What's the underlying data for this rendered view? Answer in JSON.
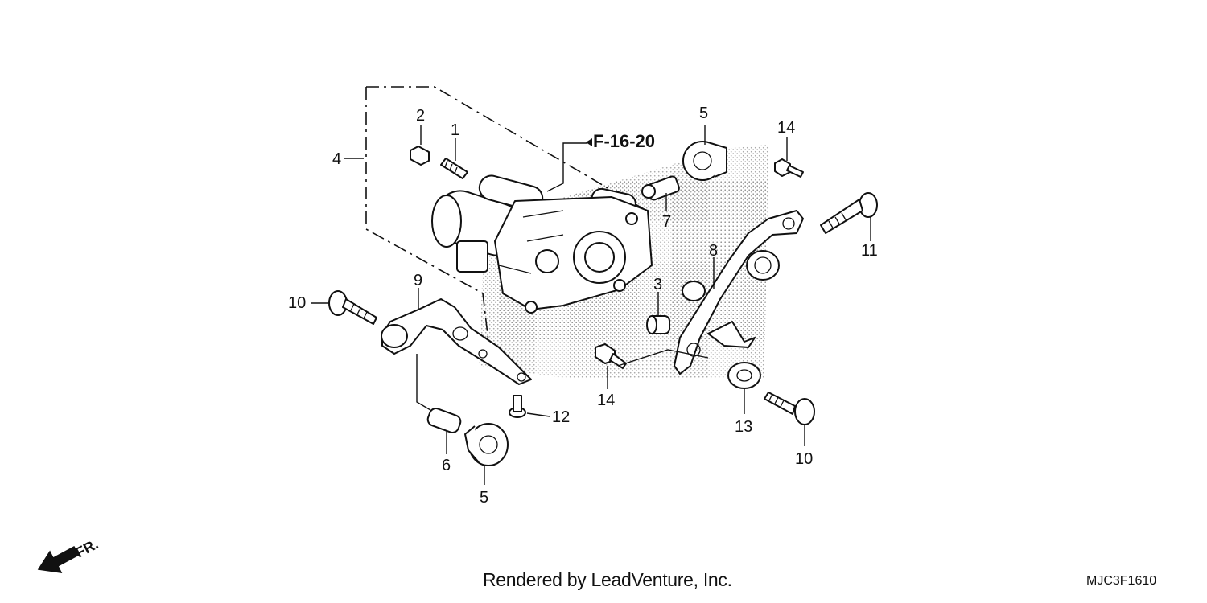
{
  "diagram": {
    "reference": "F-16-20",
    "front_label": "FR.",
    "callouts": [
      {
        "id": "c1",
        "number": "1"
      },
      {
        "id": "c2",
        "number": "2"
      },
      {
        "id": "c3",
        "number": "3"
      },
      {
        "id": "c4",
        "number": "4"
      },
      {
        "id": "c5a",
        "number": "5"
      },
      {
        "id": "c5b",
        "number": "5"
      },
      {
        "id": "c6",
        "number": "6"
      },
      {
        "id": "c7",
        "number": "7"
      },
      {
        "id": "c8",
        "number": "8"
      },
      {
        "id": "c9",
        "number": "9"
      },
      {
        "id": "c10a",
        "number": "10"
      },
      {
        "id": "c10b",
        "number": "10"
      },
      {
        "id": "c11",
        "number": "11"
      },
      {
        "id": "c12",
        "number": "12"
      },
      {
        "id": "c13",
        "number": "13"
      },
      {
        "id": "c14a",
        "number": "14"
      },
      {
        "id": "c14b",
        "number": "14"
      }
    ]
  },
  "footer": {
    "credit": "Rendered by LeadVenture, Inc.",
    "diagram_code": "MJC3F1610"
  }
}
